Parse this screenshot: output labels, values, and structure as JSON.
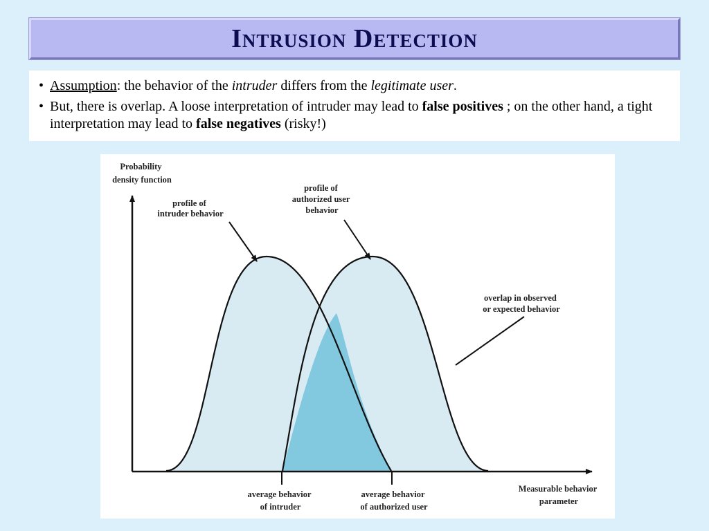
{
  "slide": {
    "title": "Intrusion Detection"
  },
  "bullets": [
    {
      "term": "Assumption",
      "t1": ": the behavior of the ",
      "em1": "intruder",
      "t2": " differs from the ",
      "em2": "legitimate user",
      "t3": "."
    },
    {
      "t1": "But, there is overlap. A loose interpretation of intruder may lead to ",
      "b1": "false positives",
      "t2": " ; on the other hand, a tight interpretation may lead to ",
      "b2": "false negatives",
      "t3": " (risky!)"
    }
  ],
  "diagram": {
    "y_axis_label": [
      "Probability",
      "density function"
    ],
    "x_axis_label": [
      "Measurable behavior",
      "parameter"
    ],
    "intruder_profile_label": [
      "profile of",
      "intruder behavior"
    ],
    "user_profile_label": [
      "profile of",
      "authorized user",
      "behavior"
    ],
    "overlap_label": [
      "overlap in observed",
      "or expected behavior"
    ],
    "intruder_mean_label": [
      "average behavior",
      "of intruder"
    ],
    "user_mean_label": [
      "average behavior",
      "of authorized user"
    ],
    "colors": {
      "curve_fill": "#d8eaf2",
      "overlap_fill": "#82c8de",
      "stroke": "#111111"
    }
  }
}
